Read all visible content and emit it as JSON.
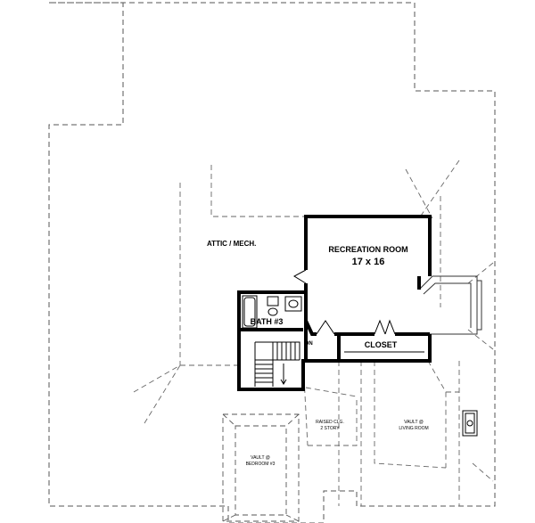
{
  "floor_plan": {
    "rooms": {
      "attic": "ATTIC / MECH.",
      "recreation_name": "RECREATION ROOM",
      "recreation_size": "17 x 16",
      "bath": "BATH #3",
      "closet": "CLOSET",
      "stair_direction": "DN",
      "raised_ceiling_line1": "RAISED CLG.",
      "raised_ceiling_line2": "2 STORY",
      "vault_living_line1": "VAULT @",
      "vault_living_line2": "LIVING ROOM",
      "vault_bedroom_line1": "VAULT @",
      "vault_bedroom_line2": "BEDROOM #3"
    }
  }
}
